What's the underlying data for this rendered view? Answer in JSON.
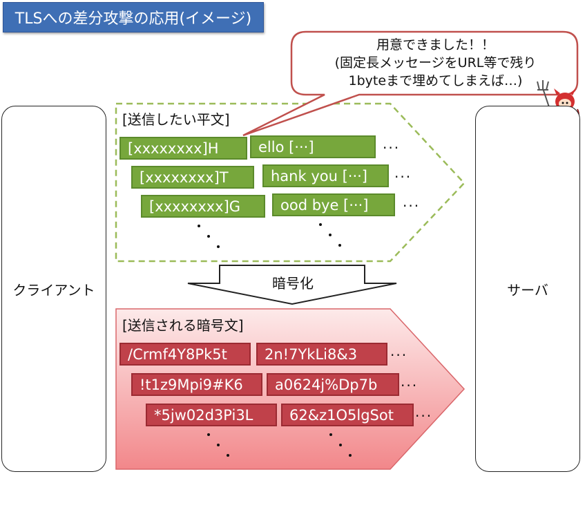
{
  "title": "TLSへの差分攻撃の応用(イメージ)",
  "client_label": "クライアント",
  "server_label": "サーバ",
  "speech_bubble": {
    "lines": [
      "用意できました！！",
      "(固定長メッセージをURL等で残り",
      "1byteまで埋めてしまえば…)"
    ]
  },
  "plaintext": {
    "heading": "[送信したい平文]",
    "rows": [
      {
        "left": "[xxxxxxxx]H",
        "right": "ello [···]"
      },
      {
        "left": "[xxxxxxxx]T",
        "right": "hank you [···]"
      },
      {
        "left": "[xxxxxxxx]G",
        "right": "ood bye [···]"
      }
    ]
  },
  "arrow_label": "暗号化",
  "ciphertext": {
    "heading": "[送信される暗号文]",
    "rows": [
      {
        "left": "/Crmf4Y8Pk5t",
        "right": "2n!7YkLi8&3"
      },
      {
        "left": "!t1z9Mpi9#K6",
        "right": "a0624j%Dp7b"
      },
      {
        "left": "*5jw02d3Pi3L",
        "right": "62&z1O5lgSot"
      }
    ]
  },
  "ellipsis": "···",
  "colors": {
    "title_bg": "#3f6fb5",
    "plain_cell": "#77a73c",
    "cipher_cell": "#c0414a",
    "plain_border": "#9bbb59",
    "cipher_fill_top": "#fde6e6",
    "cipher_fill_bottom": "#f28d8d",
    "bubble_border": "#c0504d"
  },
  "icons": {
    "devil": "devil-mascot-icon"
  }
}
